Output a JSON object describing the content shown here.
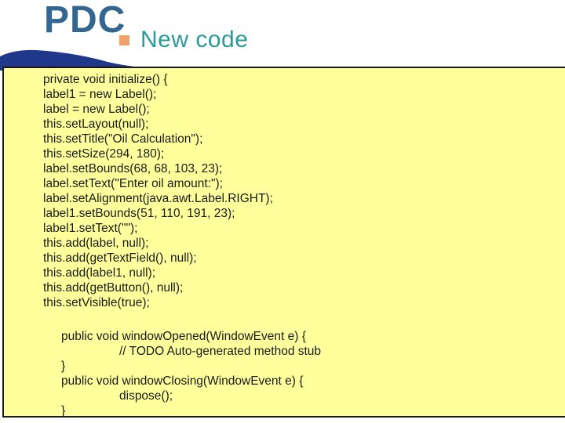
{
  "slide": {
    "logo_text": "PDC",
    "title": "New code",
    "colors": {
      "logo_blue": "#336691",
      "title_teal": "#2A9B98",
      "bullet_orange": "#F0A069",
      "swoosh_navy": "#20388C",
      "box_fill": "#FFFF9C",
      "box_border": "#1A1A1A",
      "code_text": "#1A1A1A"
    },
    "code_box": {
      "lines": [
        {
          "indent": 0,
          "text": "private void initialize() {"
        },
        {
          "indent": 0,
          "text": "label1 = new Label();"
        },
        {
          "indent": 0,
          "text": "label = new Label();"
        },
        {
          "indent": 0,
          "text": "this.setLayout(null);"
        },
        {
          "indent": 0,
          "text": "this.setTitle(\"Oil Calculation\");"
        },
        {
          "indent": 0,
          "text": "this.setSize(294, 180);"
        },
        {
          "indent": 0,
          "text": "label.setBounds(68, 68, 103, 23);"
        },
        {
          "indent": 0,
          "text": "label.setText(\"Enter oil amount:\");"
        },
        {
          "indent": 0,
          "text": "label.setAlignment(java.awt.Label.RIGHT);"
        },
        {
          "indent": 0,
          "text": "label1.setBounds(51, 110, 191, 23);"
        },
        {
          "indent": 0,
          "text": "label1.setText(\"\");"
        },
        {
          "indent": 0,
          "text": "this.add(label, null);"
        },
        {
          "indent": 0,
          "text": "this.add(getTextField(), null);"
        },
        {
          "indent": 0,
          "text": "this.add(label1, null);"
        },
        {
          "indent": 0,
          "text": "this.add(getButton(), null);"
        },
        {
          "indent": 0,
          "text": "this.setVisible(true);"
        },
        {
          "indent": 0,
          "text": ""
        },
        {
          "indent": 1,
          "text": "public void windowOpened(WindowEvent e) {"
        },
        {
          "indent": 2,
          "text": "// TODO Auto-generated method stub"
        },
        {
          "indent": 1,
          "text": "}"
        },
        {
          "indent": 1,
          "text": "public void windowClosing(WindowEvent e) {"
        },
        {
          "indent": 2,
          "text": "dispose();"
        },
        {
          "indent": 1,
          "text": "}"
        }
      ]
    }
  }
}
